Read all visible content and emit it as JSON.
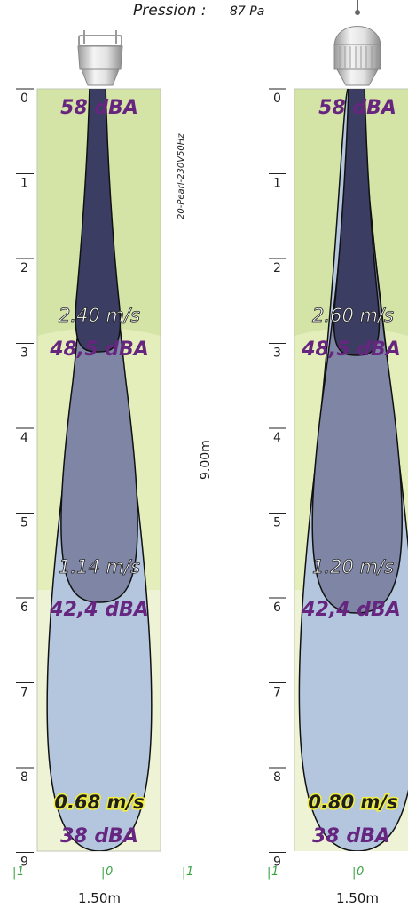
{
  "header": {
    "pressure_label": "Pression :",
    "pressure_value": "87 Pa"
  },
  "scale": {
    "ticks": [
      "0",
      "1",
      "2",
      "3",
      "4",
      "5",
      "6",
      "7",
      "8",
      "9"
    ]
  },
  "left_panel": {
    "model_label": "20-Pearl-230V50Hz",
    "throw_height": "9.00m",
    "width_label": "1.50m",
    "bottom_ticks": [
      "1",
      "0",
      "1"
    ],
    "zones": [
      {
        "velocity": "2.40 m/s",
        "sound": "58 dBA"
      },
      {
        "velocity": "1.14 m/s",
        "sound": "48,5 dBA"
      },
      {
        "velocity": "0.68 m/s",
        "sound": "42,4 dBA"
      },
      {
        "velocity": "",
        "sound": "38 dBA"
      }
    ]
  },
  "right_panel": {
    "width_label": "1.50m",
    "bottom_ticks": [
      "1",
      "0"
    ],
    "zones": [
      {
        "velocity": "2.60 m/s",
        "sound": "58 dBA"
      },
      {
        "velocity": "1.20 m/s",
        "sound": "48,5 dBA"
      },
      {
        "velocity": "0.80 m/s",
        "sound": "42,4 dBA"
      },
      {
        "velocity": "",
        "sound": "38 dBA"
      }
    ]
  },
  "colors": {
    "zone1_bg": "#d4e4a6",
    "zone2_bg": "#e4eebb",
    "zone3_bg": "#eef3d6",
    "jet_outer": "#b3c6de",
    "jet_mid": "#7f86a5",
    "jet_inner": "#3b3d63",
    "sound_text": "#66257f",
    "velocity_text": "#ffffff",
    "highlight_velocity_text": "#1e1e1e",
    "tick_green": "#3aa442"
  }
}
